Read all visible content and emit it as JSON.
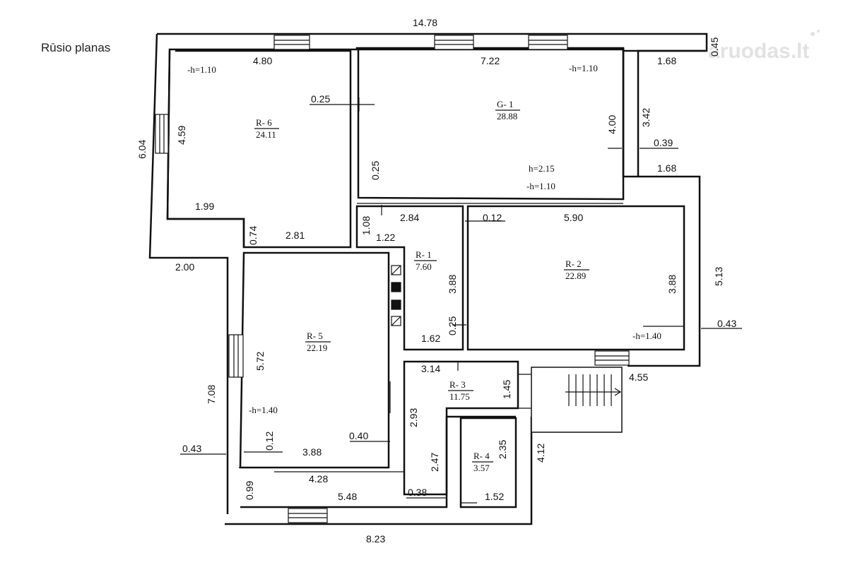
{
  "title": "Rūsio planas",
  "watermark": "aruodas.lt",
  "rooms": [
    {
      "id": "R- 6",
      "area": "24.11"
    },
    {
      "id": "G- 1",
      "area": "28.88"
    },
    {
      "id": "R- 1",
      "area": "7.60"
    },
    {
      "id": "R- 2",
      "area": "22.89"
    },
    {
      "id": "R- 5",
      "area": "22.19"
    },
    {
      "id": "R- 3",
      "area": "11.75"
    },
    {
      "id": "R- 4",
      "area": "3.57"
    }
  ],
  "dimensions": {
    "top": "14.78",
    "top_right_thick": "0.45",
    "r6_top": "4.80",
    "g1_top": "7.22",
    "right_1_68_top": "1.68",
    "r6_h": "-h=1.10",
    "g1_h_top": "-h=1.10",
    "wall_025_a": "0.25",
    "r6_height": "4.59",
    "left_total": "6.04",
    "g1_height": "4.00",
    "right_342": "3.42",
    "right_039": "0.39",
    "wall_025_b": "0.25",
    "g1_h": "h=2.15",
    "g1_h_bottom": "-h=1.10",
    "right_1_68_bottom": "1.68",
    "r6_199": "1.99",
    "corr_284": "2.84",
    "r2_012": "0.12",
    "r2_top": "5.90",
    "r6_074": "0.74",
    "r6_281": "2.81",
    "corr_108": "1.08",
    "corr_122": "1.22",
    "left_200": "2.00",
    "r1_height": "3.88",
    "r2_height": "3.88",
    "right_513": "5.13",
    "r1_025": "0.25",
    "r1_162": "1.62",
    "r2_h": "-h=1.40",
    "right_043": "0.43",
    "r3_314": "3.14",
    "r3_145": "1.45",
    "stairs_455": "4.55",
    "r5_height": "5.72",
    "left_708": "7.08",
    "r5_h": "-h=1.40",
    "r3_293": "2.93",
    "r5_012": "0.12",
    "r5_040": "0.40",
    "r5_388": "3.88",
    "r4_235": "2.35",
    "left_043": "0.43",
    "r4_247": "2.47",
    "right_412": "4.12",
    "bottom_099": "0.99",
    "bottom_428": "4.28",
    "bottom_548": "5.48",
    "bottom_038": "0.38",
    "r4_152": "1.52",
    "bottom_823": "8.23"
  }
}
